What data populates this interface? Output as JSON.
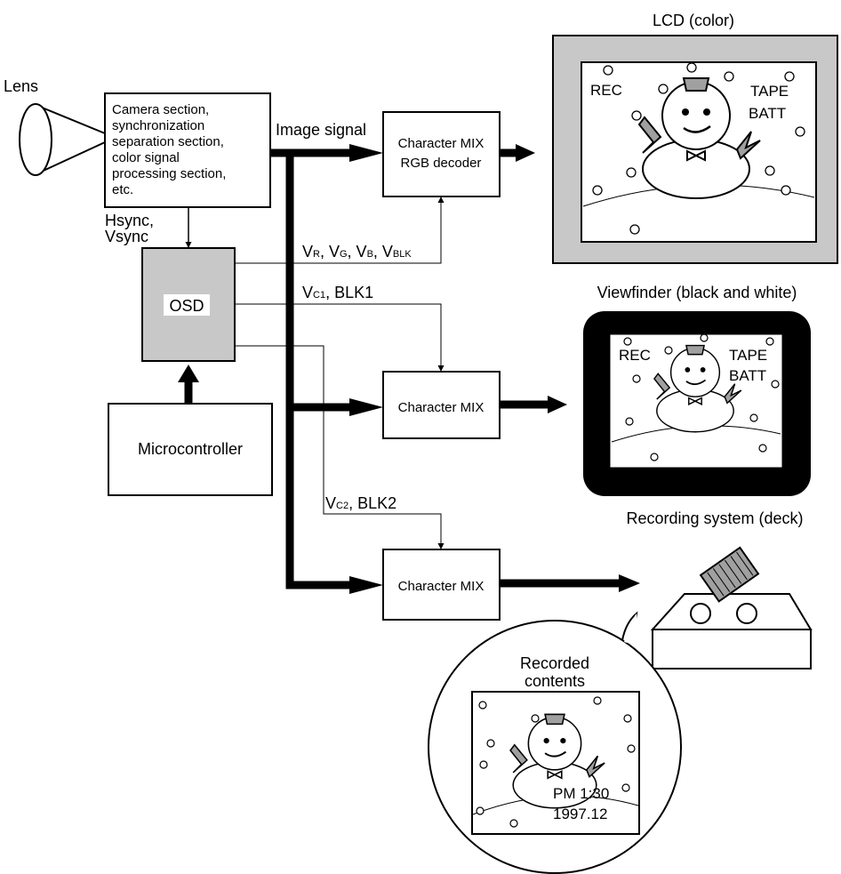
{
  "lens": {
    "label": "Lens"
  },
  "camera_block": {
    "lines": [
      "Camera section,",
      "synchronization",
      "separation section,",
      "color signal",
      "processing section,",
      "etc."
    ]
  },
  "sync": {
    "lines": [
      "Hsync,",
      "Vsync"
    ]
  },
  "osd": {
    "label": "OSD"
  },
  "microcontroller": {
    "label": "Microcontroller"
  },
  "image_signal": {
    "label": "Image signal"
  },
  "mix1": {
    "lines": [
      "Character MIX",
      "RGB decoder"
    ]
  },
  "mix2": {
    "label": "Character MIX"
  },
  "mix3": {
    "label": "Character MIX"
  },
  "signals": {
    "rgb": {
      "v1": "V",
      "s1": "R",
      "sep1": ", V",
      "s2": "G",
      "sep2": ", V",
      "s3": "B",
      "sep3": ", V",
      "s4": "BLK"
    },
    "vc1": {
      "v": "V",
      "sub": "C1",
      "rest": ", BLK1"
    },
    "vc2": {
      "v": "V",
      "sub": "C2",
      "rest": ", BLK2"
    }
  },
  "lcd": {
    "title": "LCD (color)",
    "rec": "REC",
    "tape": "TAPE",
    "batt": "BATT"
  },
  "viewfinder": {
    "title": "Viewfinder (black and white)",
    "rec": "REC",
    "tape": "TAPE",
    "batt": "BATT"
  },
  "deck": {
    "title": "Recording system (deck)"
  },
  "recorded": {
    "lines": [
      "Recorded",
      "contents"
    ],
    "time": "PM 1:30",
    "date": "1997.12"
  },
  "colors": {
    "osd_fill": "#c8c8c8",
    "lcd_frame": "#c8c8c8",
    "hat": "#a0a0a0",
    "viewfinder_frame": "#000000"
  }
}
